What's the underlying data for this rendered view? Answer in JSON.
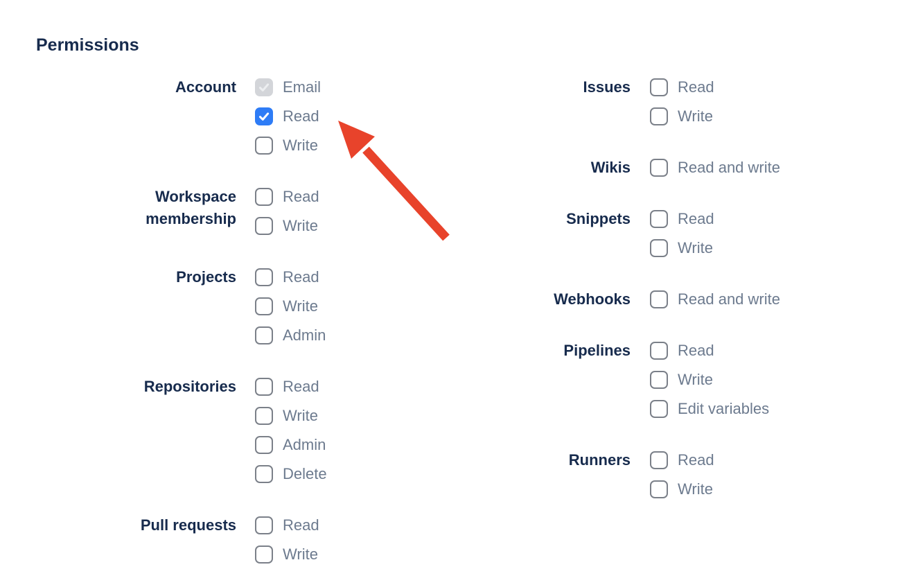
{
  "page": {
    "heading": "Permissions"
  },
  "colors": {
    "heading_text": "#172b4d",
    "group_label_text": "#172b4d",
    "option_label_text": "#6c7a8e",
    "checkbox_checked_fill": "#2e7cf6",
    "checkbox_checked_check": "#ffffff",
    "checkbox_disabled_fill": "#d3d5d9",
    "checkbox_disabled_check": "#eceef0",
    "checkbox_unchecked_border": "#7b8089",
    "arrow": "#e8432b"
  },
  "columns": [
    {
      "groups": [
        {
          "label": "Account",
          "options": [
            {
              "label": "Email",
              "state": "checked_disabled"
            },
            {
              "label": "Read",
              "state": "checked"
            },
            {
              "label": "Write",
              "state": "unchecked"
            }
          ]
        },
        {
          "label": "Workspace membership",
          "options": [
            {
              "label": "Read",
              "state": "unchecked"
            },
            {
              "label": "Write",
              "state": "unchecked"
            }
          ]
        },
        {
          "label": "Projects",
          "options": [
            {
              "label": "Read",
              "state": "unchecked"
            },
            {
              "label": "Write",
              "state": "unchecked"
            },
            {
              "label": "Admin",
              "state": "unchecked"
            }
          ]
        },
        {
          "label": "Repositories",
          "options": [
            {
              "label": "Read",
              "state": "unchecked"
            },
            {
              "label": "Write",
              "state": "unchecked"
            },
            {
              "label": "Admin",
              "state": "unchecked"
            },
            {
              "label": "Delete",
              "state": "unchecked"
            }
          ]
        },
        {
          "label": "Pull requests",
          "options": [
            {
              "label": "Read",
              "state": "unchecked"
            },
            {
              "label": "Write",
              "state": "unchecked"
            }
          ]
        }
      ]
    },
    {
      "groups": [
        {
          "label": "Issues",
          "options": [
            {
              "label": "Read",
              "state": "unchecked"
            },
            {
              "label": "Write",
              "state": "unchecked"
            }
          ]
        },
        {
          "label": "Wikis",
          "options": [
            {
              "label": "Read and write",
              "state": "unchecked"
            }
          ]
        },
        {
          "label": "Snippets",
          "options": [
            {
              "label": "Read",
              "state": "unchecked"
            },
            {
              "label": "Write",
              "state": "unchecked"
            }
          ]
        },
        {
          "label": "Webhooks",
          "options": [
            {
              "label": "Read and write",
              "state": "unchecked"
            }
          ]
        },
        {
          "label": "Pipelines",
          "options": [
            {
              "label": "Read",
              "state": "unchecked"
            },
            {
              "label": "Write",
              "state": "unchecked"
            },
            {
              "label": "Edit variables",
              "state": "unchecked"
            }
          ]
        },
        {
          "label": "Runners",
          "options": [
            {
              "label": "Read",
              "state": "unchecked"
            },
            {
              "label": "Write",
              "state": "unchecked"
            }
          ]
        }
      ]
    }
  ],
  "annotation": {
    "shape": "arrow",
    "color": "#e8432b",
    "points_at": "Account Read checkbox",
    "direction": "up-left"
  }
}
